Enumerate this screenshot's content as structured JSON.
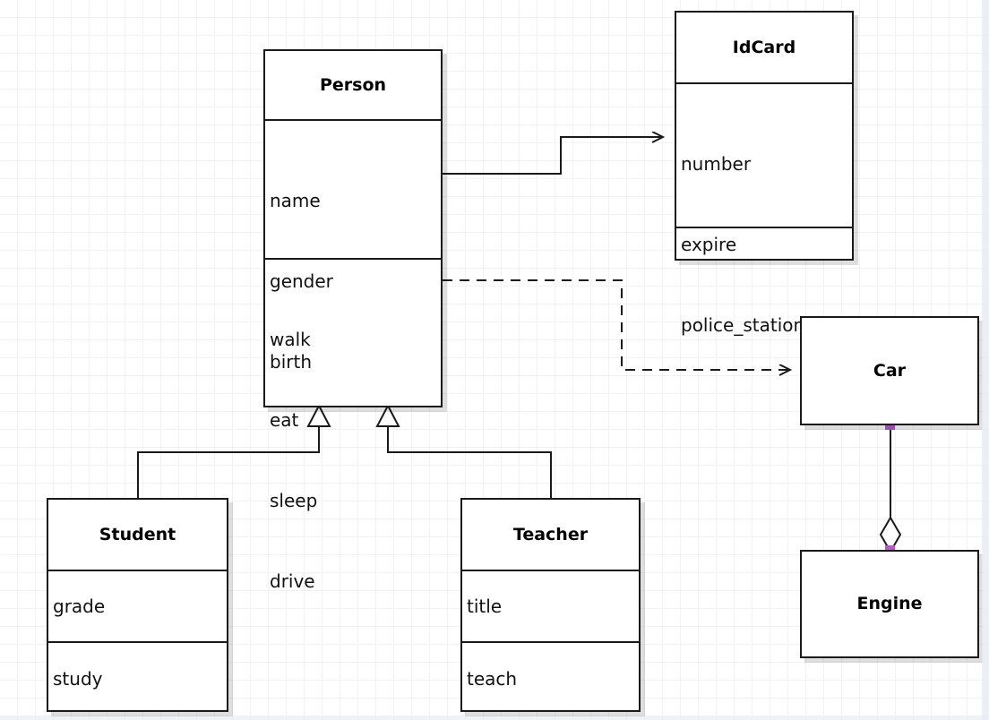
{
  "diagram": {
    "type": "uml-class-diagram",
    "title": "",
    "background": "#ffffff",
    "grid_color": "#f2f2f2",
    "line_color": "#1a1a1a",
    "handle_color": "#b05cc0"
  },
  "classes": {
    "person": {
      "name": "Person",
      "attributes": [
        "name",
        "gender",
        "birth"
      ],
      "operations": [
        "walk",
        "eat",
        "sleep",
        "drive"
      ]
    },
    "idcard": {
      "name": "IdCard",
      "attributes": [
        "number",
        "expire",
        "police_station"
      ],
      "operations": []
    },
    "student": {
      "name": "Student",
      "attributes": [
        "grade"
      ],
      "operations": [
        "study"
      ]
    },
    "teacher": {
      "name": "Teacher",
      "attributes": [
        "title"
      ],
      "operations": [
        "teach"
      ]
    },
    "car": {
      "name": "Car",
      "attributes": [],
      "operations": []
    },
    "engine": {
      "name": "Engine",
      "attributes": [],
      "operations": []
    }
  },
  "relations": [
    {
      "id": "person-idcard",
      "kind": "association",
      "style": "solid",
      "arrowhead": "open-arrow",
      "from": "Person",
      "to": "IdCard",
      "label": ""
    },
    {
      "id": "person-car",
      "kind": "dependency",
      "style": "dashed",
      "arrowhead": "open-arrow",
      "from": "Person",
      "to": "Car",
      "label": ""
    },
    {
      "id": "student-person",
      "kind": "generalization",
      "style": "solid",
      "arrowhead": "hollow-triangle",
      "from": "Student",
      "to": "Person",
      "label": ""
    },
    {
      "id": "teacher-person",
      "kind": "generalization",
      "style": "solid",
      "arrowhead": "hollow-triangle",
      "from": "Teacher",
      "to": "Person",
      "label": ""
    },
    {
      "id": "car-engine",
      "kind": "aggregation",
      "style": "solid",
      "arrowhead": "hollow-diamond",
      "from": "Car",
      "to": "Engine",
      "label": ""
    }
  ]
}
